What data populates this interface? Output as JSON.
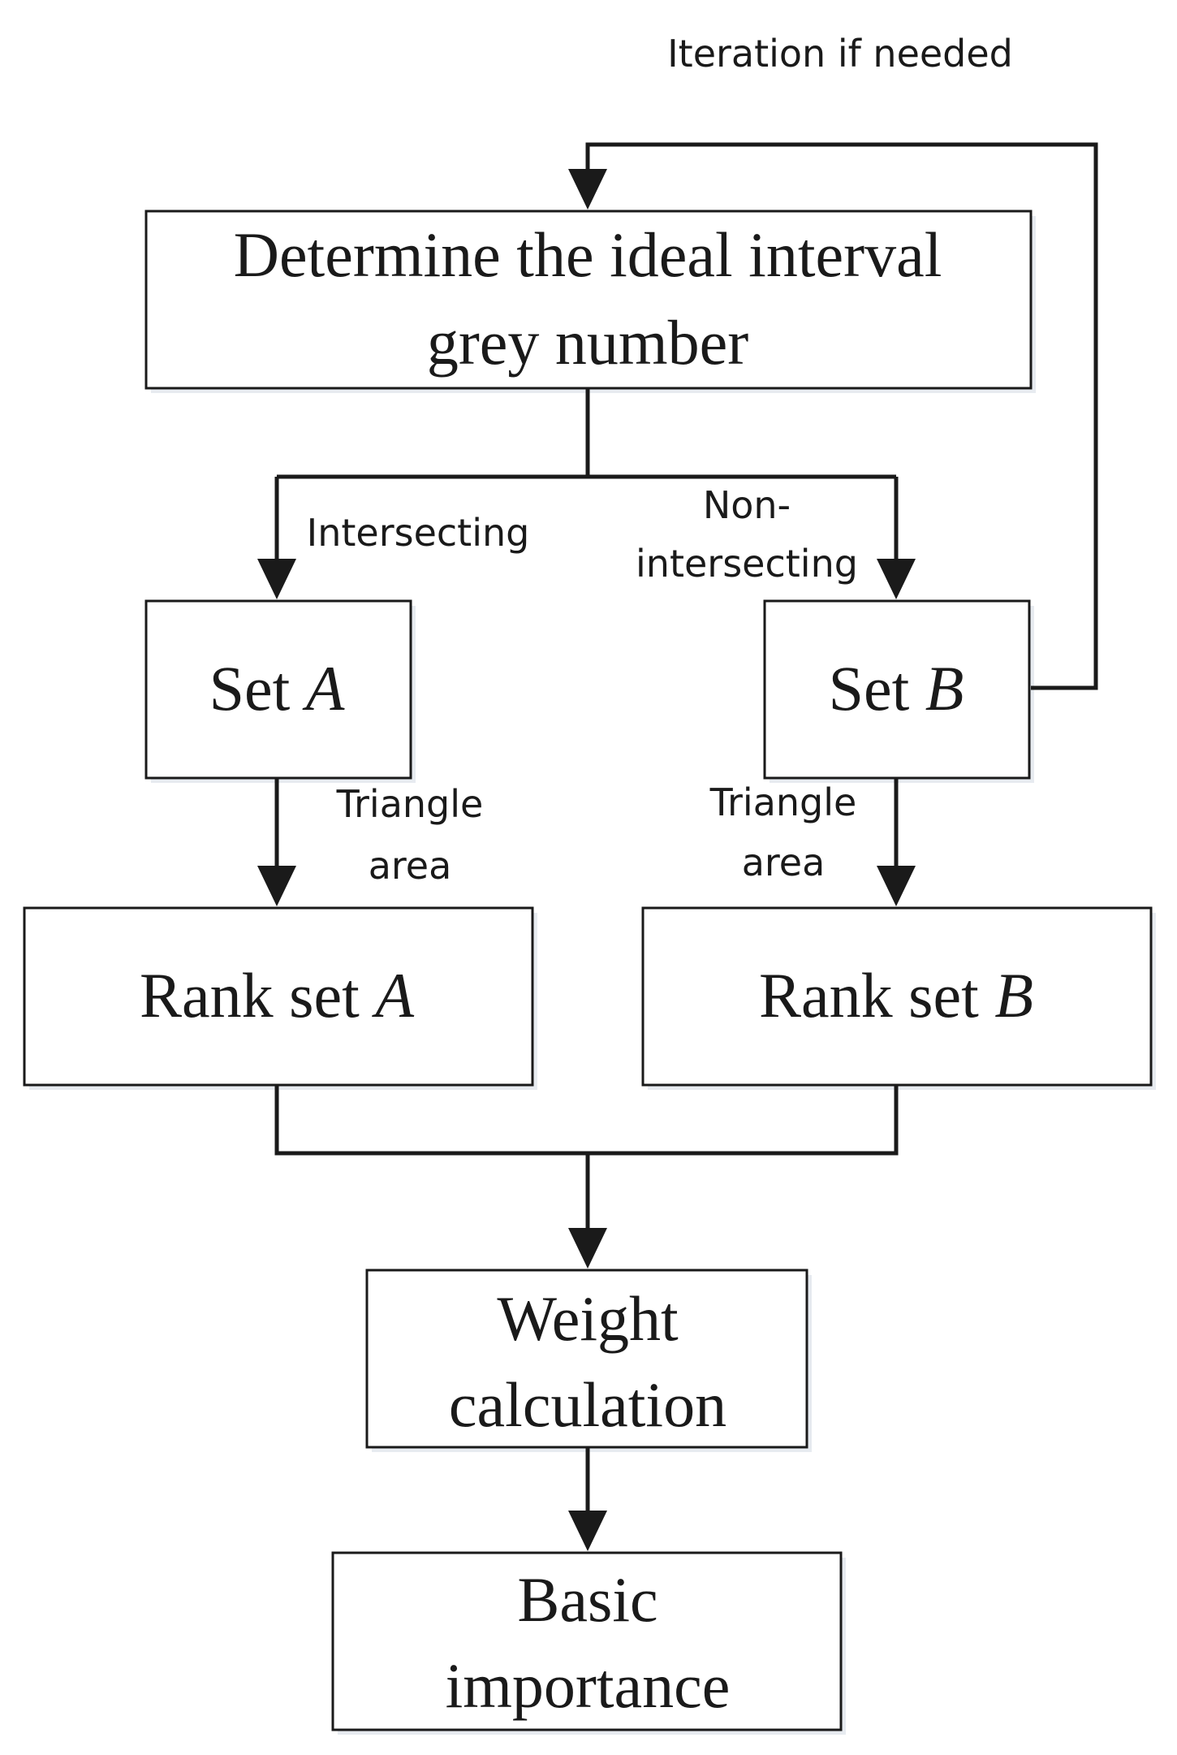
{
  "diagram": {
    "iteration_label": "Iteration if needed",
    "ideal_box": {
      "line1": "Determine the ideal interval",
      "line2": "grey number"
    },
    "intersecting_label": "Intersecting",
    "non_intersecting_label": {
      "line1": "Non-",
      "line2": "intersecting"
    },
    "set_a": {
      "prefix": "Set ",
      "var": "A"
    },
    "set_b": {
      "prefix": "Set ",
      "var": "B"
    },
    "triangle_area_left": {
      "line1": "Triangle",
      "line2": "area"
    },
    "triangle_area_right": {
      "line1": "Triangle",
      "line2": "area"
    },
    "rank_a": {
      "prefix": "Rank set ",
      "var": "A"
    },
    "rank_b": {
      "prefix": "Rank set ",
      "var": "B"
    },
    "weight_box": {
      "line1": "Weight",
      "line2": "calculation"
    },
    "basic_box": {
      "line1": "Basic",
      "line2": "importance"
    }
  }
}
